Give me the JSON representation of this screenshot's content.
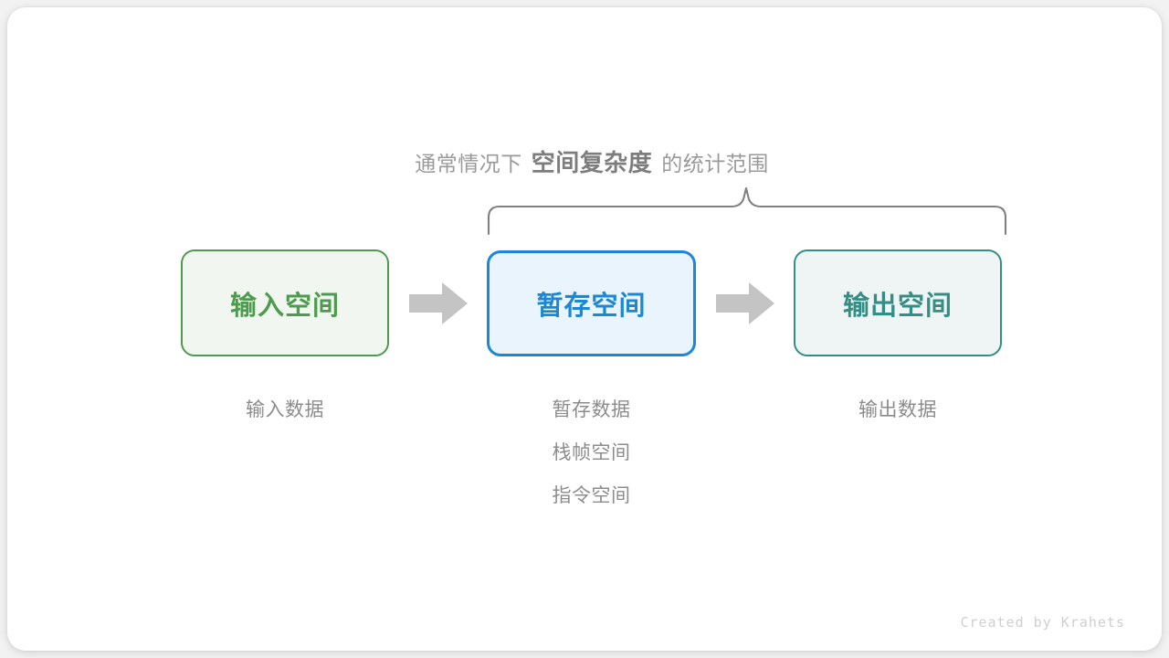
{
  "figure": {
    "heading": {
      "prefix": "通常情况下",
      "emphasis": "空间复杂度",
      "suffix": "的统计范围"
    },
    "brace": {
      "name": "curly-brace",
      "color": "#808080",
      "spans": [
        "暂存空间",
        "输出空间"
      ]
    },
    "boxes": [
      {
        "id": "input-space",
        "label": "输入空间",
        "color": "#4e9a4e",
        "fill": "#f1f7f0",
        "caption": [
          "输入数据"
        ]
      },
      {
        "id": "temp-space",
        "label": "暂存空间",
        "color": "#1c87d4",
        "fill": "#e9f4fd",
        "caption": [
          "暂存数据",
          "栈帧空间",
          "指令空间"
        ]
      },
      {
        "id": "output-space",
        "label": "输出空间",
        "color": "#358e85",
        "fill": "#eef5f4",
        "caption": [
          "输出数据"
        ]
      }
    ],
    "arrows": [
      {
        "id": "arrow-input-to-temp",
        "icon": "right-arrow-icon",
        "color": "#c4c4c4"
      },
      {
        "id": "arrow-temp-to-output",
        "icon": "right-arrow-icon",
        "color": "#c4c4c4"
      }
    ],
    "watermark": "Created by Krahets"
  }
}
